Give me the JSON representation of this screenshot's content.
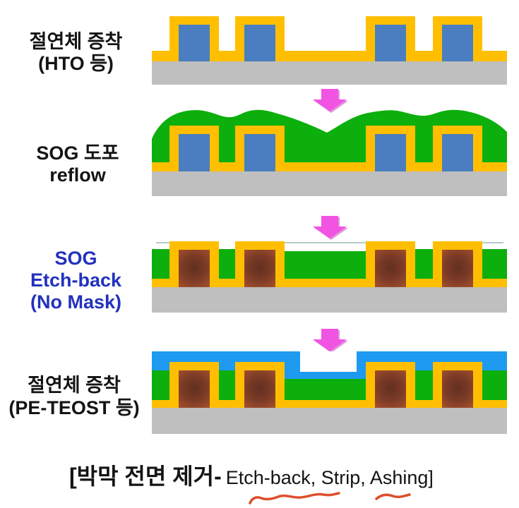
{
  "title": "SOG planarization process flow diagram",
  "stages": [
    {
      "id": "insulator-deposition-hto",
      "label_lines": [
        "절연체 증착",
        "(HTO 등)"
      ],
      "label_color": "black"
    },
    {
      "id": "sog-coating-reflow",
      "label_lines": [
        "SOG 도포",
        "reflow"
      ],
      "label_color": "black"
    },
    {
      "id": "sog-etch-back",
      "label_lines": [
        "SOG",
        "Etch-back",
        "(No Mask)"
      ],
      "label_color": "blue"
    },
    {
      "id": "insulator-deposition-peteos",
      "label_lines": [
        "절연체 증착",
        "(PE-TEOST 등)"
      ],
      "label_color": "black"
    }
  ],
  "caption": {
    "korean_part": "[박막 전면 제거-",
    "english_part": "Etch-back, Strip, Ashing]"
  },
  "icons": {
    "step_arrow": "down-block-arrow",
    "annotation": "red-squiggle-underline"
  },
  "colors": {
    "orange": "#FFBF00",
    "gate_blue": "#4A7EC0",
    "substrate_gray": "#BFBFBF",
    "sog_green": "#0CAF0C",
    "teos_blue": "#1E9AF0",
    "gate_brown_edge": "#A04D2C",
    "gate_brown_center": "#63301F",
    "arrow_magenta": "#F154E2",
    "label_blue": "#2231BD",
    "annotation_red": "#DC4F2C",
    "text_black": "#141414"
  }
}
